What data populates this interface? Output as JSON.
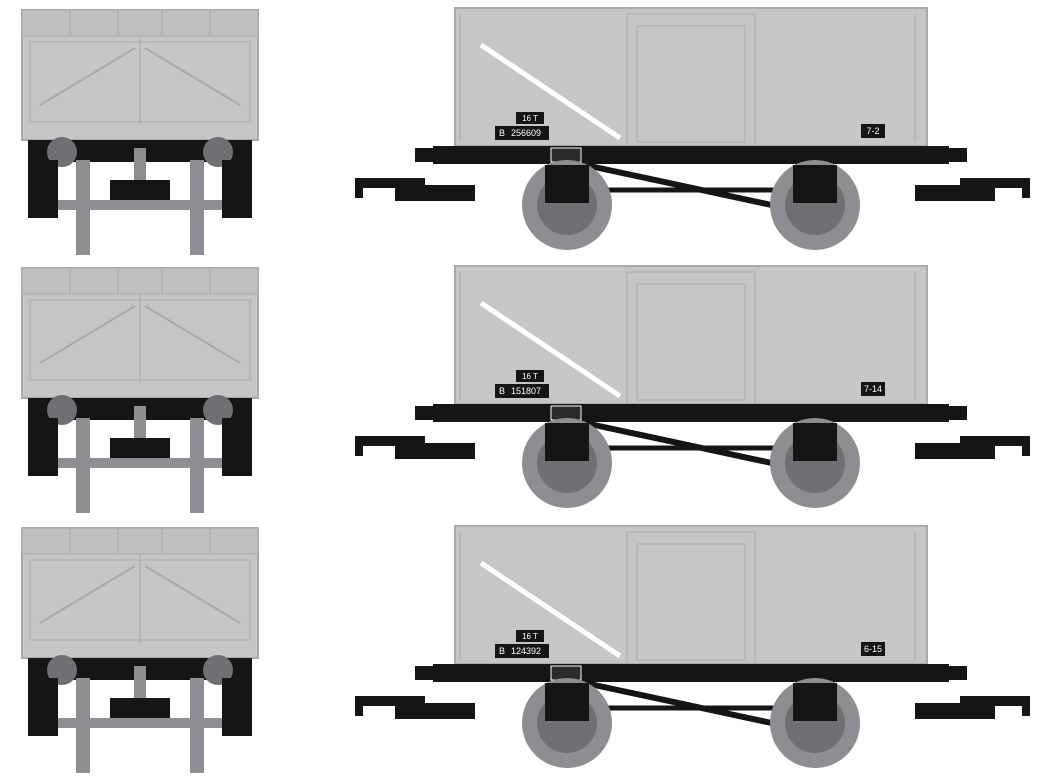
{
  "wagons": [
    {
      "tonnage": "16 T",
      "prefix": "B",
      "number": "256609",
      "code": "7-2"
    },
    {
      "tonnage": "16 T",
      "prefix": "B",
      "number": "151807",
      "code": "7-14"
    },
    {
      "tonnage": "16 T",
      "prefix": "B",
      "number": "124392",
      "code": "6-15"
    }
  ],
  "colors": {
    "body": "#c5c6c8",
    "body_edge": "#a9aaac",
    "chassis": "#151515",
    "wheel": "#8d8e91",
    "stripe": "#ffffff"
  }
}
